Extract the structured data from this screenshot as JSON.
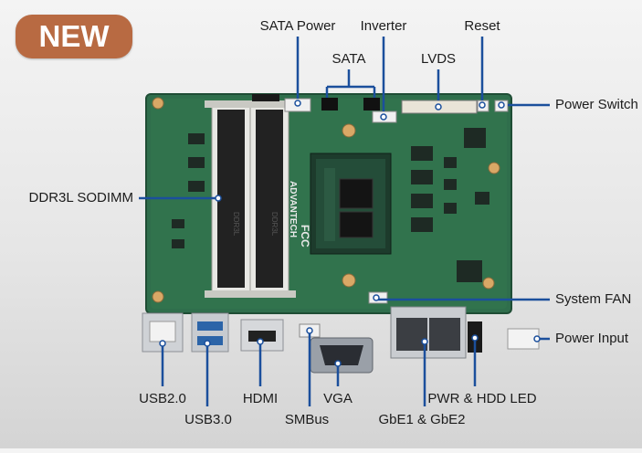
{
  "badge": "NEW",
  "colors": {
    "callout_line": "#1b4f9c",
    "pcb_green": "#2f6e4c",
    "badge": "#b86a42"
  },
  "labels": {
    "sata_power": "SATA Power",
    "inverter": "Inverter",
    "reset": "Reset",
    "sata": "SATA",
    "lvds": "LVDS",
    "power_switch": "Power Switch",
    "ddr3l": "DDR3L SODIMM",
    "system_fan": "System FAN",
    "power_input": "Power Input",
    "usb2": "USB2.0",
    "usb3": "USB3.0",
    "hdmi": "HDMI",
    "smbus": "SMBus",
    "vga": "VGA",
    "gbe": "GbE1 & GbE2",
    "pwr_hdd_led": "PWR & HDD LED"
  },
  "chip_markings": {
    "brand": "ADVANTECH",
    "fcc": "FCC",
    "sodimm_a": "DDR3L",
    "sodimm_b": "DDR3L"
  }
}
